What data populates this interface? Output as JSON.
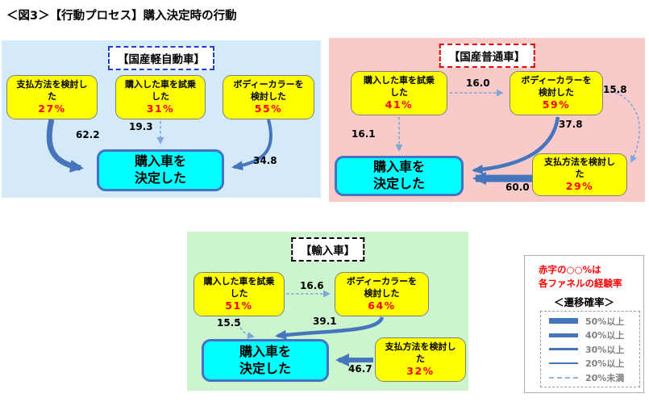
{
  "page_title": "＜図3＞【行動プロセス】購入決定時の行動",
  "panels": {
    "kei": {
      "title": "【国産軽自動車】",
      "nodes": {
        "payment": {
          "line1": "支払方法を検討し",
          "line2": "た",
          "percent": "27%"
        },
        "testdrive": {
          "line1": "購入した車を試乗",
          "line2": "した",
          "percent": "31%"
        },
        "bodycolor": {
          "line1": "ボディーカラーを",
          "line2": "検討した",
          "percent": "55%"
        }
      },
      "decision": {
        "line1": "購入車を",
        "line2": "決定した"
      },
      "transitions": {
        "payment_to_decision": "62.2",
        "testdrive_to_decision": "19.3",
        "bodycolor_to_decision": "34.8"
      }
    },
    "futsu": {
      "title": "【国産普通車】",
      "nodes": {
        "testdrive": {
          "line1": "購入した車を試乗",
          "line2": "した",
          "percent": "41%"
        },
        "bodycolor": {
          "line1": "ボディーカラーを",
          "line2": "検討した",
          "percent": "59%"
        },
        "payment": {
          "line1": "支払方法を検討し",
          "line2": "た",
          "percent": "29%"
        }
      },
      "decision": {
        "line1": "購入車を",
        "line2": "決定した"
      },
      "transitions": {
        "testdrive_to_bodycolor": "16.0",
        "bodycolor_to_payment": "15.8",
        "testdrive_to_decision": "16.1",
        "bodycolor_to_decision": "37.8",
        "payment_to_decision": "60.0"
      }
    },
    "import": {
      "title": "【輸入車】",
      "nodes": {
        "testdrive": {
          "line1": "購入した車を試乗",
          "line2": "した",
          "percent": "51%"
        },
        "bodycolor": {
          "line1": "ボディーカラーを",
          "line2": "検討した",
          "percent": "64%"
        },
        "payment": {
          "line1": "支払方法を検討し",
          "line2": "た",
          "percent": "32%"
        }
      },
      "decision": {
        "line1": "購入車を",
        "line2": "決定した"
      },
      "transitions": {
        "testdrive_to_bodycolor": "16.6",
        "testdrive_to_decision": "15.5",
        "bodycolor_to_decision": "39.1",
        "payment_to_decision": "46.7"
      }
    }
  },
  "legend": {
    "note_line1": "赤字の○○%は",
    "note_line2": "各ファネルの経験率",
    "heading": "＜遷移確率＞",
    "items": [
      "50%以上",
      "40%以上",
      "30%以上",
      "20%以上",
      "20%未満"
    ]
  },
  "colors": {
    "arrow_solid": "#4576bd",
    "arrow_dashed": "#7da7d9",
    "percent_text": "#ff0000",
    "panel_kei_bg": "#d4eaf8",
    "panel_futsu_bg": "#f8caca",
    "panel_import_bg": "#cdf5cd",
    "node_fill": "#ffff00",
    "decision_fill": "#00ffff"
  }
}
